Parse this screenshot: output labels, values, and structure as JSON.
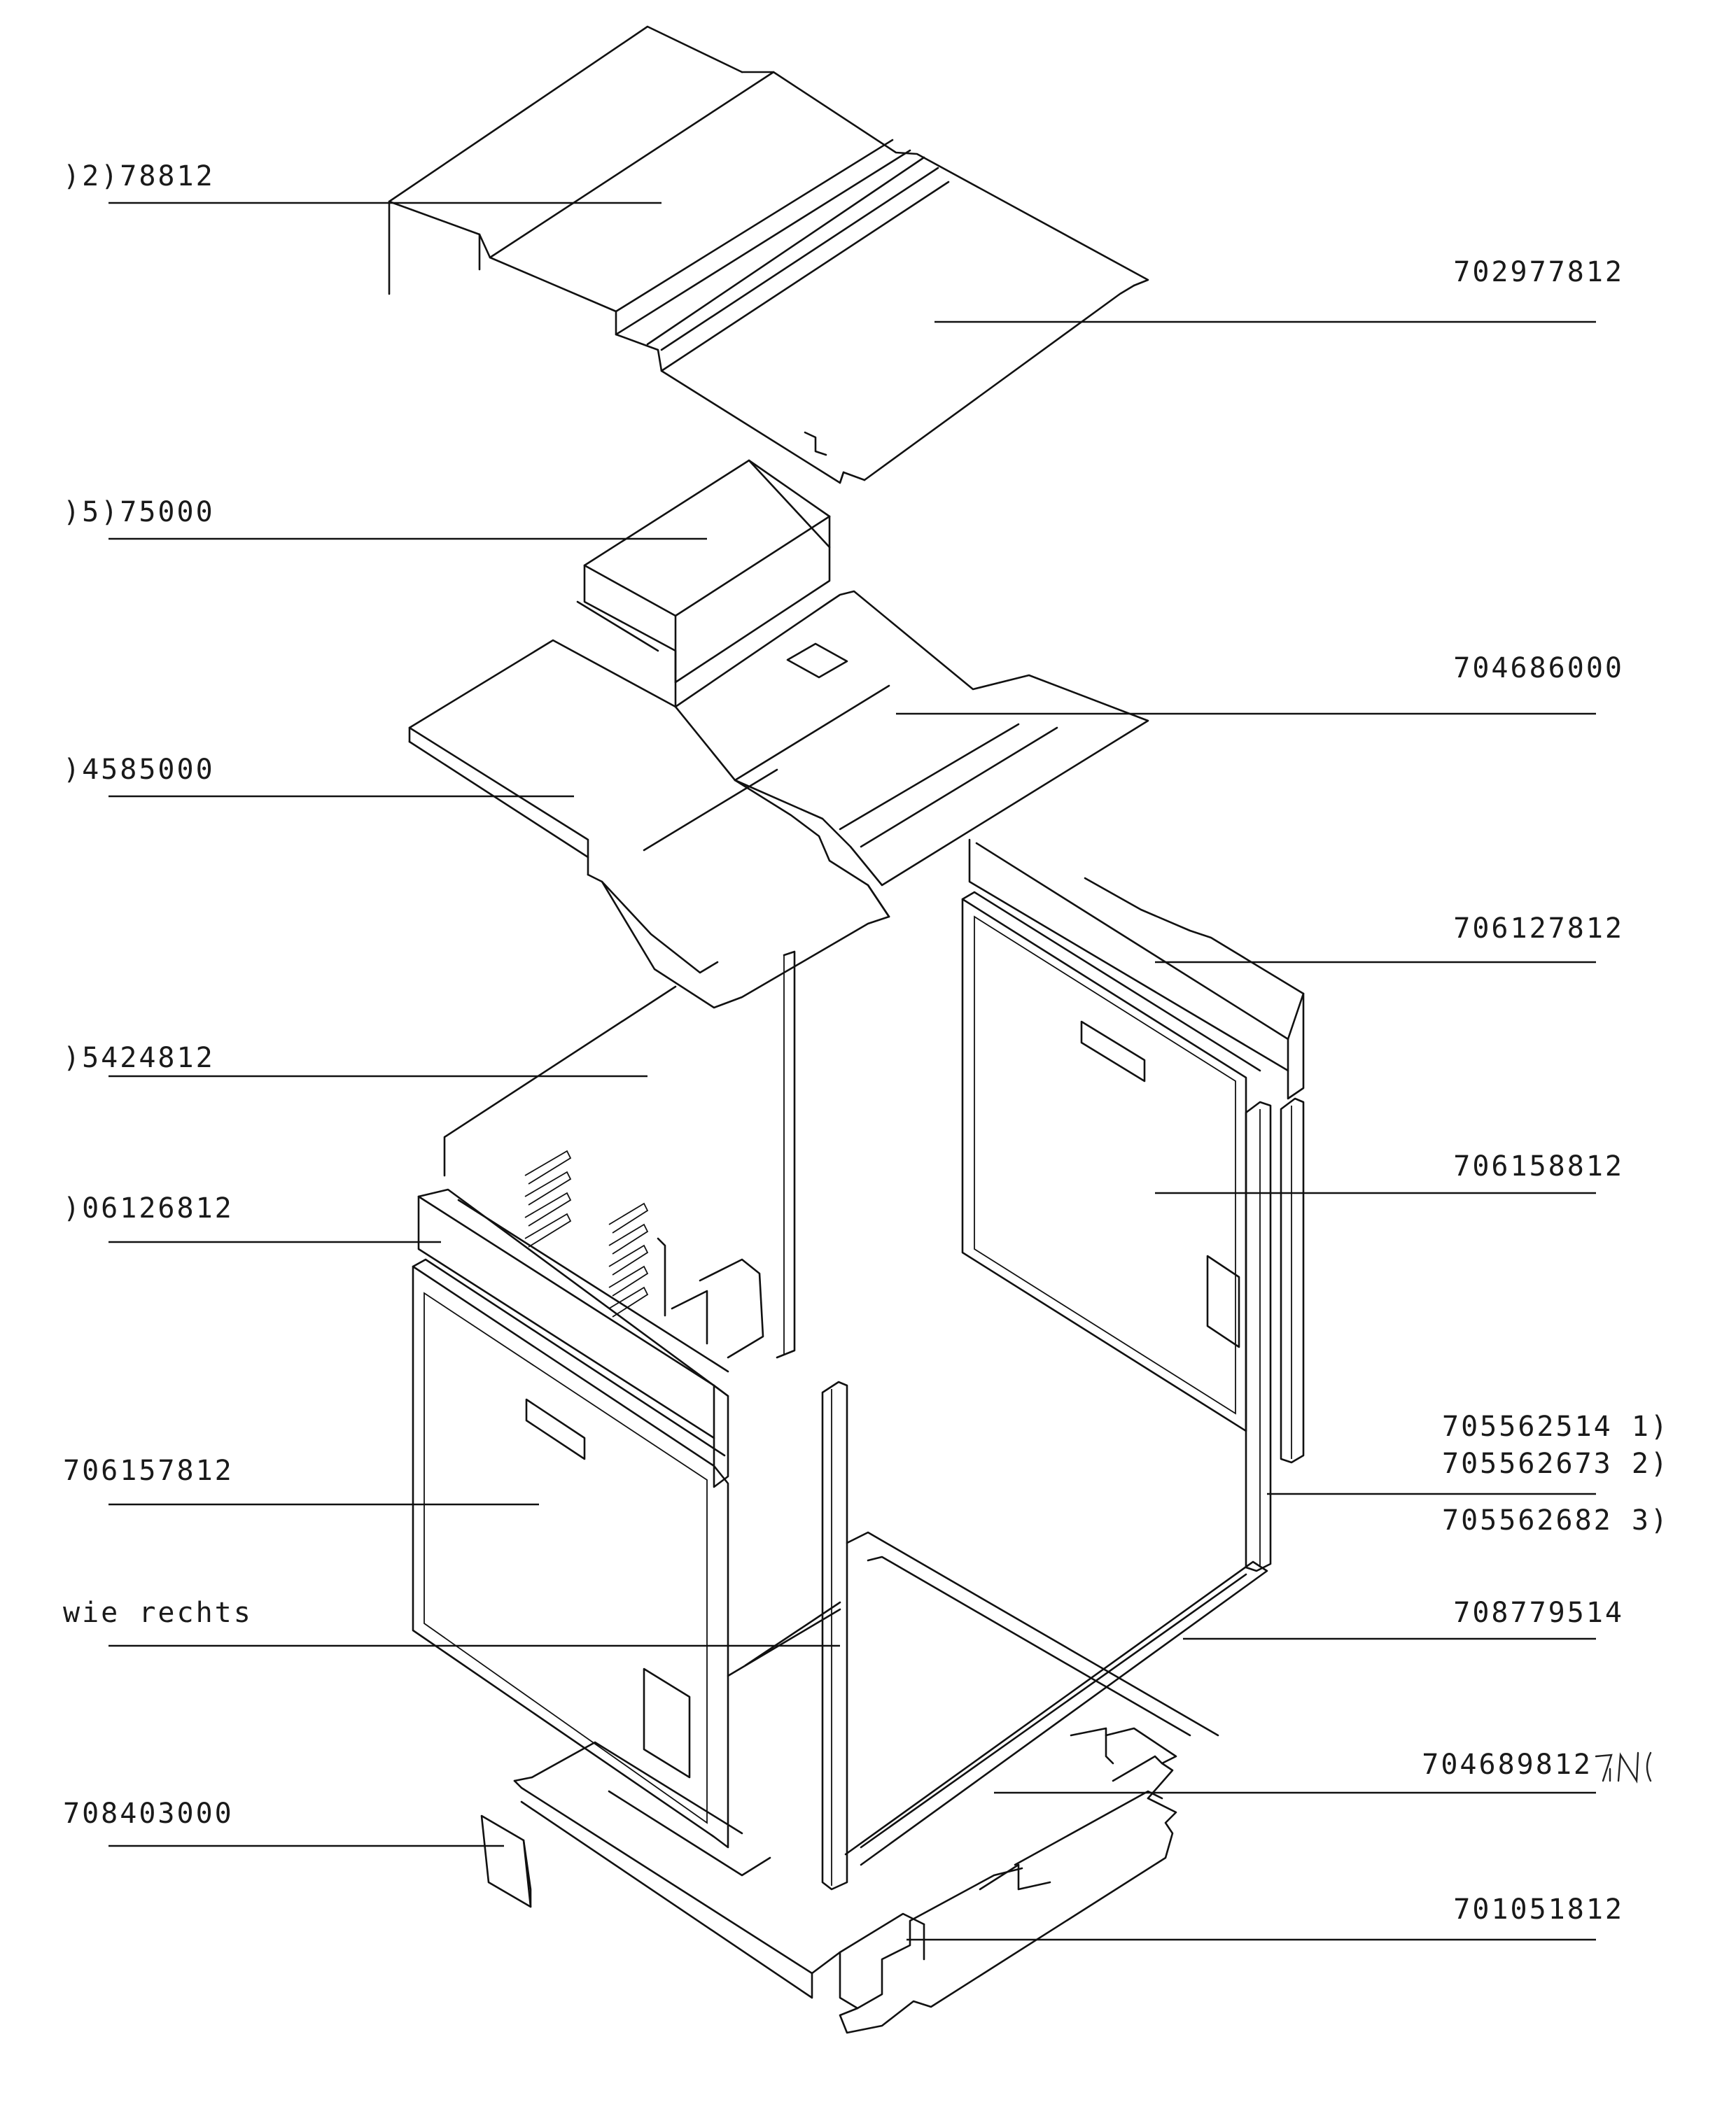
{
  "labels_left": [
    {
      "id": "top-cover-left",
      "text": ")2)78812"
    },
    {
      "id": "box-part",
      "text": ")5)75000"
    },
    {
      "id": "insulation-left",
      "text": ")4585000"
    },
    {
      "id": "side-panel-left",
      "text": ")5424812"
    },
    {
      "id": "top-trim-left",
      "text": ")06126812"
    },
    {
      "id": "side-wall-left",
      "text": "706157812"
    },
    {
      "id": "wie-rechts",
      "text": "wie rechts"
    },
    {
      "id": "small-plate",
      "text": "708403000"
    }
  ],
  "labels_right": [
    {
      "id": "top-cover-right",
      "text": "702977812"
    },
    {
      "id": "insulation-right",
      "text": "704686000"
    },
    {
      "id": "top-trim-right",
      "text": "706127812"
    },
    {
      "id": "side-wall-right",
      "text": "706158812"
    },
    {
      "id": "seal-1",
      "text": "705562514 1)"
    },
    {
      "id": "seal-2",
      "text": "705562673 2)"
    },
    {
      "id": "seal-3",
      "text": "705562682 3)"
    },
    {
      "id": "front-frame",
      "text": "708779514"
    },
    {
      "id": "bottom-insulation",
      "text": "704689812"
    },
    {
      "id": "base-plate",
      "text": "701051812"
    }
  ],
  "handwritten_note": "7,N("
}
